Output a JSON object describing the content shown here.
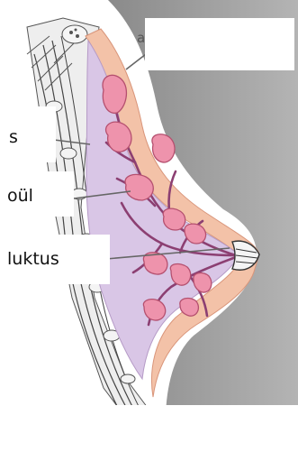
{
  "labels": {
    "frag_a": "a",
    "frag_s": "s",
    "frag_lobul": "oül",
    "frag_duktus": "luktus"
  },
  "colors": {
    "skin_gray": "#9a9a9a",
    "tissue_lilac": "#d9c6e6",
    "outer_layer": "#f3c2a8",
    "lobule_pink": "#ee93ac",
    "duct_purple": "#8c3f72",
    "leader_line": "#666666"
  }
}
